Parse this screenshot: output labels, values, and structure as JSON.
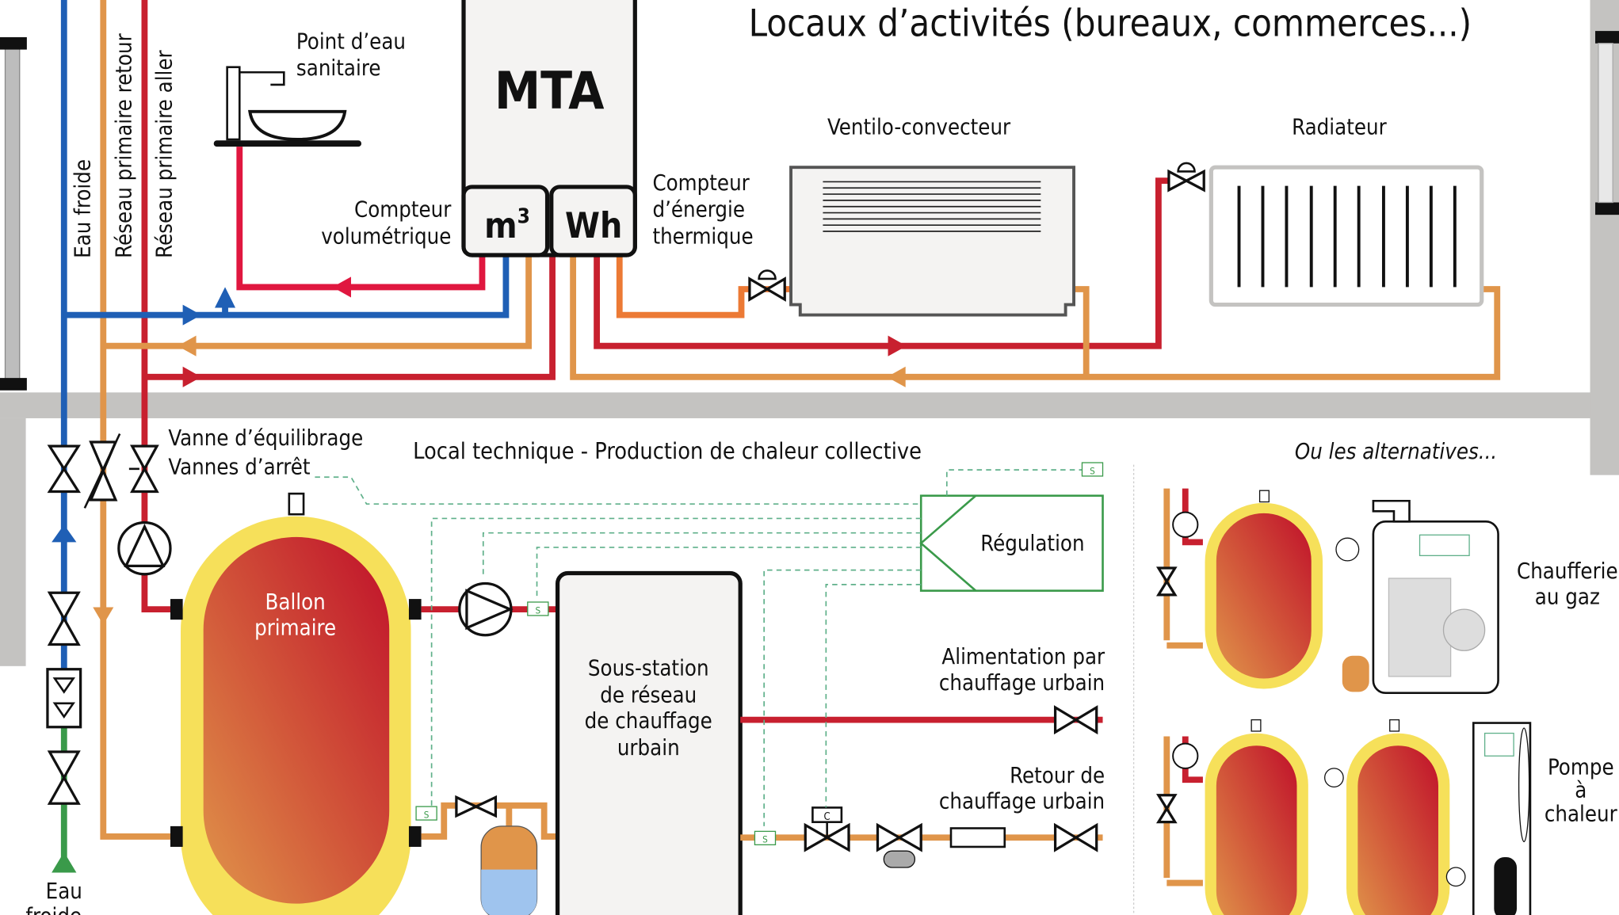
{
  "title": "Locaux d’activités (bureaux, commerces...)",
  "pipes": {
    "cold_water": "Eau froide",
    "primary_return": "Réseau primaire retour",
    "primary_supply": "Réseau primaire aller"
  },
  "labels": {
    "sink": [
      "Point d’eau",
      "sanitaire"
    ],
    "mta": "MTA",
    "m3": "m",
    "m3_sup": "3",
    "wh": "Wh",
    "volume_meter": [
      "Compteur",
      "volumétrique"
    ],
    "energy_meter": [
      "Compteur",
      "d’énergie",
      "thermique"
    ],
    "fan_coil": "Ventilo-convecteur",
    "radiator": "Radiateur",
    "technical_room": "Local technique - Production de chaleur collective",
    "alternatives": "Ou les alternatives...",
    "balancing_valve": "Vanne d’équilibrage",
    "shutoff_valves": "Vannes d’arrêt",
    "tank": [
      "Ballon",
      "primaire"
    ],
    "substation": [
      "Sous-station",
      "de réseau",
      "de chauffage",
      "urbain"
    ],
    "regulation": "Régulation",
    "district_supply": [
      "Alimentation par",
      "chauffage urbain"
    ],
    "district_return": [
      "Retour de",
      "chauffage urbain"
    ],
    "cold_water_inlet": [
      "Eau",
      "froide"
    ],
    "gas_boiler": [
      "Chaufferie",
      "au gaz"
    ],
    "heat_pump": [
      "Pompe",
      "à",
      "chaleur"
    ],
    "sensor": "S",
    "controller": "C"
  },
  "colors": {
    "supply_red": "#c8202f",
    "dhw_red": "#e0173f",
    "cold_blue": "#1f5fb5",
    "return_orange": "#e0954a",
    "insulation_yellow": "#f6e05a",
    "control_green": "#3a9a4a",
    "slab_grey": "#c4c3c1"
  }
}
